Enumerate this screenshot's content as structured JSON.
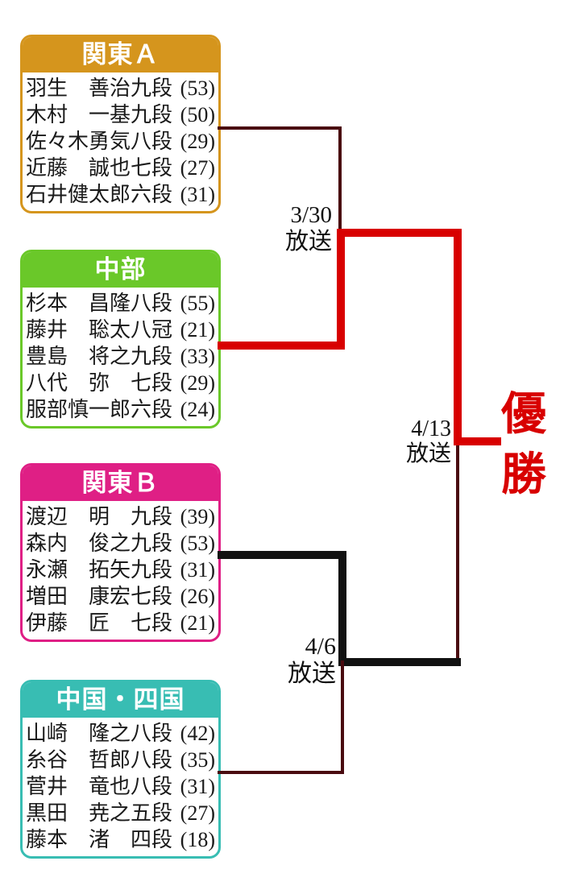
{
  "colors": {
    "red": "#d80000",
    "maroon": "#4a0b10",
    "black": "#111111",
    "kanto_a": "#d5951d",
    "chubu": "#6ac829",
    "kanto_b": "#df1f85",
    "chugoku_shikoku": "#38bdb3"
  },
  "champion": {
    "label": "優勝"
  },
  "broadcasts": {
    "semifinal_top": "3/30\n放送",
    "final": "4/13\n放送",
    "semifinal_bottom": "4/6\n放送"
  },
  "groups": [
    {
      "name": "関東Ａ",
      "color": "#d5951d",
      "players": [
        {
          "name": "羽生　善治九段",
          "age": "(53)"
        },
        {
          "name": "木村　一基九段",
          "age": "(50)"
        },
        {
          "name": "佐々木勇気八段",
          "age": "(29)"
        },
        {
          "name": "近藤　誠也七段",
          "age": "(27)"
        },
        {
          "name": "石井健太郎六段",
          "age": "(31)"
        }
      ]
    },
    {
      "name": "中部",
      "color": "#6ac829",
      "players": [
        {
          "name": "杉本　昌隆八段",
          "age": "(55)"
        },
        {
          "name": "藤井　聡太八冠",
          "age": "(21)"
        },
        {
          "name": "豊島　将之九段",
          "age": "(33)"
        },
        {
          "name": "八代　弥　七段",
          "age": "(29)"
        },
        {
          "name": "服部慎一郎六段",
          "age": "(24)"
        }
      ]
    },
    {
      "name": "関東Ｂ",
      "color": "#df1f85",
      "players": [
        {
          "name": "渡辺　明　九段",
          "age": "(39)"
        },
        {
          "name": "森内　俊之九段",
          "age": "(53)"
        },
        {
          "name": "永瀬　拓矢九段",
          "age": "(31)"
        },
        {
          "name": "増田　康宏七段",
          "age": "(26)"
        },
        {
          "name": "伊藤　匠　七段",
          "age": "(21)"
        }
      ]
    },
    {
      "name": "中国・四国",
      "color": "#38bdb3",
      "players": [
        {
          "name": "山崎　隆之八段",
          "age": "(42)"
        },
        {
          "name": "糸谷　哲郎八段",
          "age": "(35)"
        },
        {
          "name": "菅井　竜也八段",
          "age": "(31)"
        },
        {
          "name": "黒田　尭之五段",
          "age": "(27)"
        },
        {
          "name": "藤本　渚　四段",
          "age": "(18)"
        }
      ]
    }
  ]
}
